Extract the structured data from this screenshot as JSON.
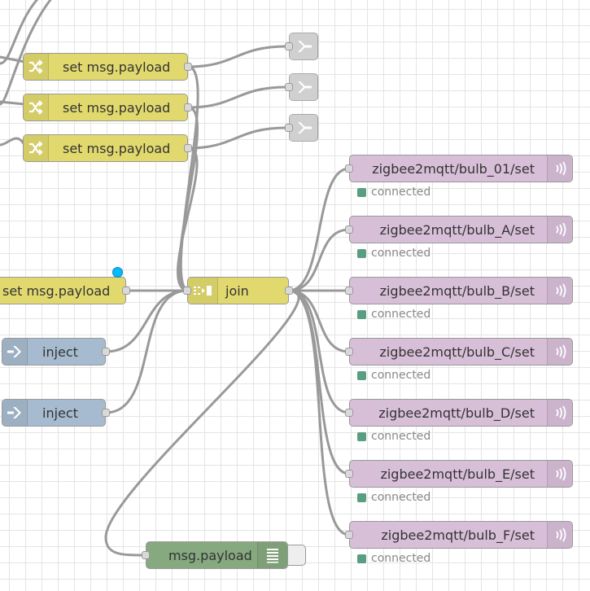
{
  "nodes": {
    "change_1": {
      "label": "set msg.payload"
    },
    "change_2": {
      "label": "set msg.payload"
    },
    "change_3": {
      "label": "set msg.payload"
    },
    "change_4": {
      "label": "set msg.payload"
    },
    "inject_1": {
      "label": "inject"
    },
    "inject_2": {
      "label": "inject"
    },
    "join": {
      "label": "join"
    },
    "debug": {
      "label": "msg.payload"
    }
  },
  "mqtt_outputs": [
    {
      "label": "zigbee2mqtt/bulb_01/set",
      "status": "connected"
    },
    {
      "label": "zigbee2mqtt/bulb_A/set",
      "status": "connected"
    },
    {
      "label": "zigbee2mqtt/bulb_B/set",
      "status": "connected"
    },
    {
      "label": "zigbee2mqtt/bulb_C/set",
      "status": "connected"
    },
    {
      "label": "zigbee2mqtt/bulb_D/set",
      "status": "connected"
    },
    {
      "label": "zigbee2mqtt/bulb_E/set",
      "status": "connected"
    },
    {
      "label": "zigbee2mqtt/bulb_F/set",
      "status": "connected"
    }
  ],
  "colors": {
    "change": "#e2d96e",
    "inject": "#a6bbcf",
    "mqtt": "#d8bfd8",
    "debug": "#87a980",
    "link": "#dddddd",
    "status_connected": "#5a9e81",
    "changed_indicator": "#00bcff"
  }
}
